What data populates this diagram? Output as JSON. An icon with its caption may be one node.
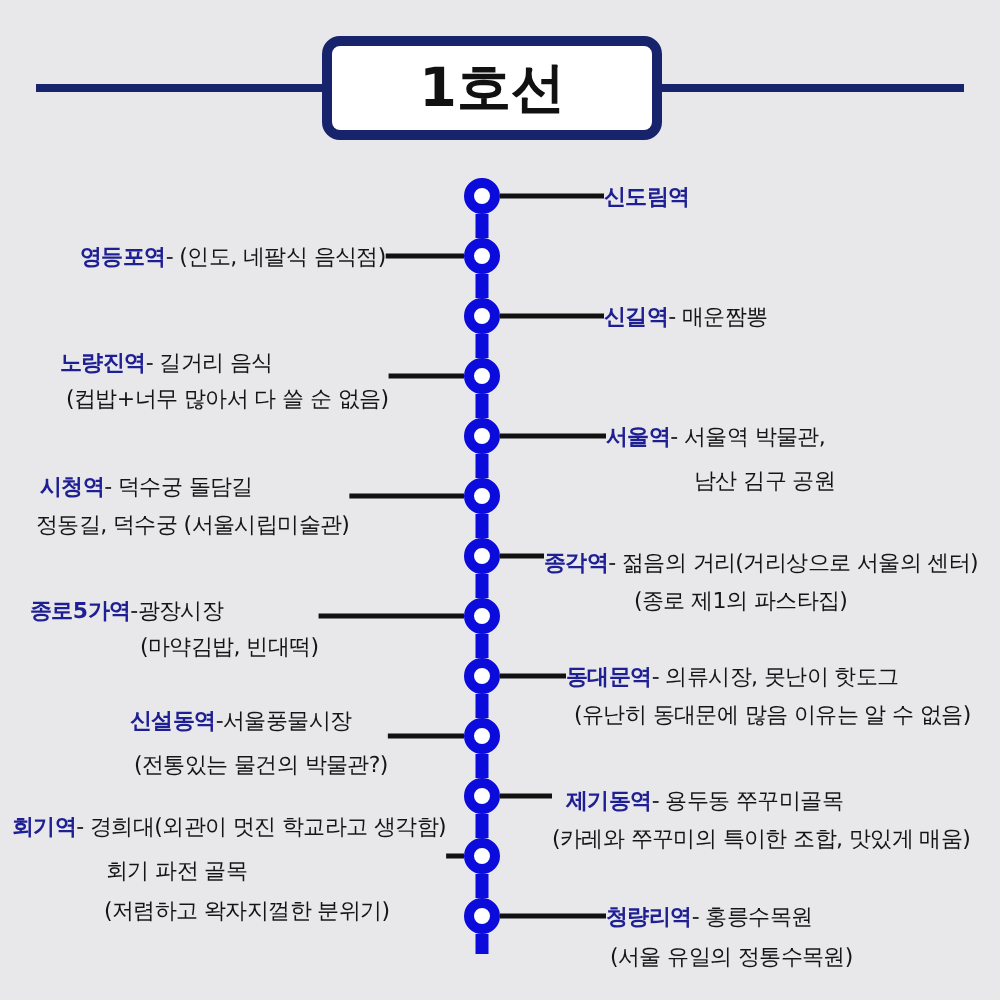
{
  "diagram": {
    "nodes": [
      {
        "text": [
          "1호선"
        ]
      },
      {
        "text": [
          "신도림역"
        ]
      },
      {
        "text": [],
        "shape": "circle"
      },
      {
        "text": [
          "영등포역",
          "- (인도, 네팔식 음식점)"
        ]
      },
      {
        "text": [],
        "shape": "circle"
      },
      {
        "text": [
          "신길역",
          "- 매운짬뽕"
        ]
      },
      {
        "text": [],
        "shape": "circle"
      },
      {
        "text": [
          "노량진역",
          "- 길거리 음식",
          "(컵밥+너무 많아서 다 쓸 순 없음)"
        ]
      },
      {
        "text": [],
        "shape": "circle"
      },
      {
        "text": [
          "서울역",
          "- 서울역 박물관,",
          "남산 김구 공원"
        ]
      },
      {
        "text": [],
        "shape": "circle"
      },
      {
        "text": [
          "시청역",
          "- 덕수궁 돌담길",
          "정동길, 덕수궁 (서울시립미술관)"
        ]
      },
      {
        "text": [],
        "shape": "circle"
      },
      {
        "text": [
          "종각역",
          "- 젊음의 거리(거리상으로 서울의 센터)",
          "(종로 제1의 파스타집)"
        ]
      },
      {
        "text": [],
        "shape": "circle"
      },
      {
        "text": [
          "종로5가역",
          "-광장시장",
          "(마약김밥, 빈대떡)"
        ]
      },
      {
        "text": [],
        "shape": "circle"
      },
      {
        "text": [
          "동대문역",
          "- 의류시장, 못난이 핫도그",
          "(유난히 동대문에 많음 이유는 알 수 없음)"
        ]
      },
      {
        "text": [],
        "shape": "circle"
      },
      {
        "text": [
          "신설동역",
          "-서울풍물시장",
          "(전통있는 물건의 박물관?)"
        ]
      },
      {
        "text": [],
        "shape": "circle"
      },
      {
        "text": [
          "제기동역",
          "- 용두동 쭈꾸미골목",
          "(카레와 쭈꾸미의 특이한 조합, 맛있게 매움)"
        ]
      },
      {
        "text": [],
        "shape": "circle"
      },
      {
        "text": [
          "회기역",
          "- 경희대(외관이 멋진 학교라고 생각함)",
          "회기 파전 골목",
          "(저렴하고 왁자지껄한 분위기)"
        ]
      },
      {
        "text": [],
        "shape": "circle"
      },
      {
        "text": [
          "청량리역",
          "- 홍릉수목원",
          "(서울 유일의 정통수목원)"
        ]
      },
      {
        "text": [],
        "shape": "circle"
      }
    ],
    "edges": [
      {
        "from": 1,
        "to": 2,
        "arrow": "none"
      },
      {
        "from": 3,
        "to": 4,
        "arrow": "none"
      },
      {
        "from": 5,
        "to": 6,
        "arrow": "none"
      },
      {
        "from": 7,
        "to": 8,
        "arrow": "none"
      },
      {
        "from": 9,
        "to": 10,
        "arrow": "none"
      },
      {
        "from": 11,
        "to": 12,
        "arrow": "none"
      },
      {
        "from": 13,
        "to": 14,
        "arrow": "none"
      },
      {
        "from": 15,
        "to": 16,
        "arrow": "none"
      },
      {
        "from": 17,
        "to": 18,
        "arrow": "none"
      },
      {
        "from": 19,
        "to": 20,
        "arrow": "none"
      },
      {
        "from": 21,
        "to": 22,
        "arrow": "none"
      },
      {
        "from": 23,
        "to": 24,
        "arrow": "none"
      },
      {
        "from": 25,
        "to": 26,
        "arrow": "none"
      },
      {
        "from": 2,
        "to": 4,
        "arrow": "none",
        "style": "thick",
        "color": "#0b0bdc"
      },
      {
        "from": 4,
        "to": 6,
        "arrow": "none",
        "style": "thick",
        "color": "#0b0bdc"
      },
      {
        "from": 6,
        "to": 8,
        "arrow": "none",
        "style": "thick",
        "color": "#0b0bdc"
      },
      {
        "from": 8,
        "to": 10,
        "arrow": "none",
        "style": "thick",
        "color": "#0b0bdc"
      },
      {
        "from": 10,
        "to": 12,
        "arrow": "none",
        "style": "thick",
        "color": "#0b0bdc"
      },
      {
        "from": 12,
        "to": 14,
        "arrow": "none",
        "style": "thick",
        "color": "#0b0bdc"
      },
      {
        "from": 14,
        "to": 16,
        "arrow": "none",
        "style": "thick",
        "color": "#0b0bdc"
      },
      {
        "from": 16,
        "to": 18,
        "arrow": "none",
        "style": "thick",
        "color": "#0b0bdc"
      },
      {
        "from": 18,
        "to": 20,
        "arrow": "none",
        "style": "thick",
        "color": "#0b0bdc"
      },
      {
        "from": 20,
        "to": 22,
        "arrow": "none",
        "style": "thick",
        "color": "#0b0bdc"
      },
      {
        "from": 22,
        "to": 24,
        "arrow": "none",
        "style": "thick",
        "color": "#0b0bdc"
      },
      {
        "from": 24,
        "to": 26,
        "arrow": "none",
        "style": "thick",
        "color": "#0b0bdc"
      },
      {
        "from": 26,
        "to": null,
        "arrow": "none",
        "style": "thick",
        "color": "#0b0bdc"
      }
    ]
  }
}
